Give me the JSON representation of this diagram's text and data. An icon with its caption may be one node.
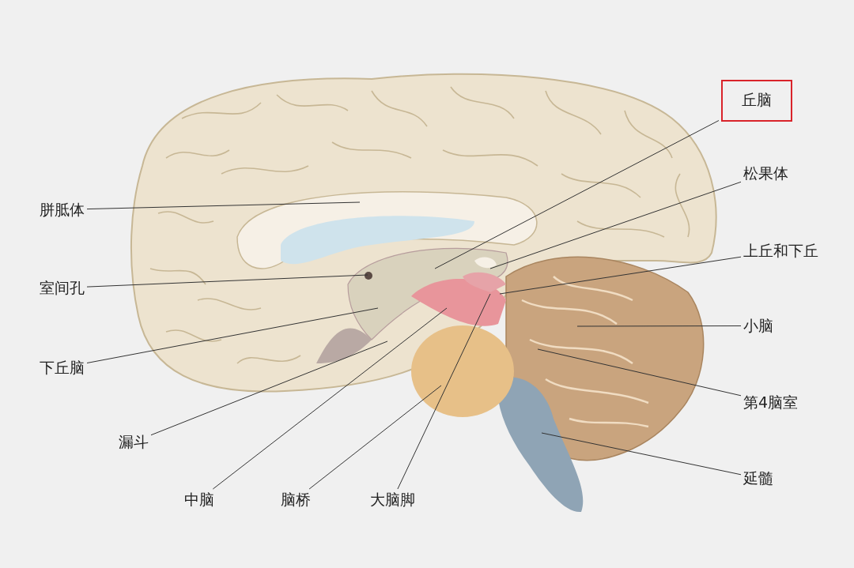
{
  "diagram": {
    "nodes": [
      {
        "text": [
          "丘脑"
        ]
      },
      {
        "text": [
          "松果体"
        ]
      },
      {
        "text": [
          "胼胝体"
        ]
      },
      {
        "text": [
          "上丘和下丘"
        ]
      },
      {
        "text": [
          "室间孔"
        ]
      },
      {
        "text": [
          "小脑"
        ]
      },
      {
        "text": [
          "下丘脑"
        ]
      },
      {
        "text": [
          "第4脑室"
        ]
      },
      {
        "text": [
          "漏斗"
        ]
      },
      {
        "text": [
          "延髓"
        ]
      },
      {
        "text": [
          "中脑"
        ]
      },
      {
        "text": [
          "脑桥"
        ]
      },
      {
        "text": [
          "大脑脚"
        ]
      }
    ],
    "edges": [
      {
        "from": 0,
        "to": null,
        "arrow": "none"
      },
      {
        "from": 1,
        "to": null,
        "arrow": "none"
      },
      {
        "from": 2,
        "to": null,
        "arrow": "none"
      },
      {
        "from": 3,
        "to": null,
        "arrow": "none"
      },
      {
        "from": 4,
        "to": null,
        "arrow": "none"
      },
      {
        "from": 5,
        "to": null,
        "arrow": "none"
      },
      {
        "from": 6,
        "to": null,
        "arrow": "none"
      },
      {
        "from": 7,
        "to": null,
        "arrow": "none"
      },
      {
        "from": 8,
        "to": null,
        "arrow": "none"
      },
      {
        "from": 9,
        "to": null,
        "arrow": "none"
      },
      {
        "from": 10,
        "to": null,
        "arrow": "none"
      },
      {
        "from": 11,
        "to": null,
        "arrow": "none"
      },
      {
        "from": 12,
        "to": null,
        "arrow": "none"
      }
    ]
  }
}
